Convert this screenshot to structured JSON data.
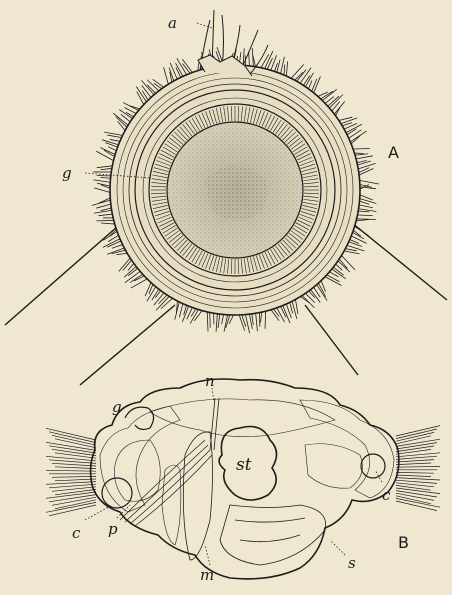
{
  "figure": {
    "panels": [
      {
        "id": "A",
        "label": "A"
      },
      {
        "id": "B",
        "label": "B"
      }
    ],
    "labels_A": {
      "a": "a",
      "g": "g"
    },
    "labels_B": {
      "n": "n",
      "g": "g",
      "st": "st",
      "c_left": "c",
      "c_right": "c",
      "p": "p",
      "m": "m",
      "s": "s"
    },
    "colors": {
      "paper": "#efe7cf",
      "ink": "#1c1c1c",
      "center": "#cfc9b2"
    }
  }
}
